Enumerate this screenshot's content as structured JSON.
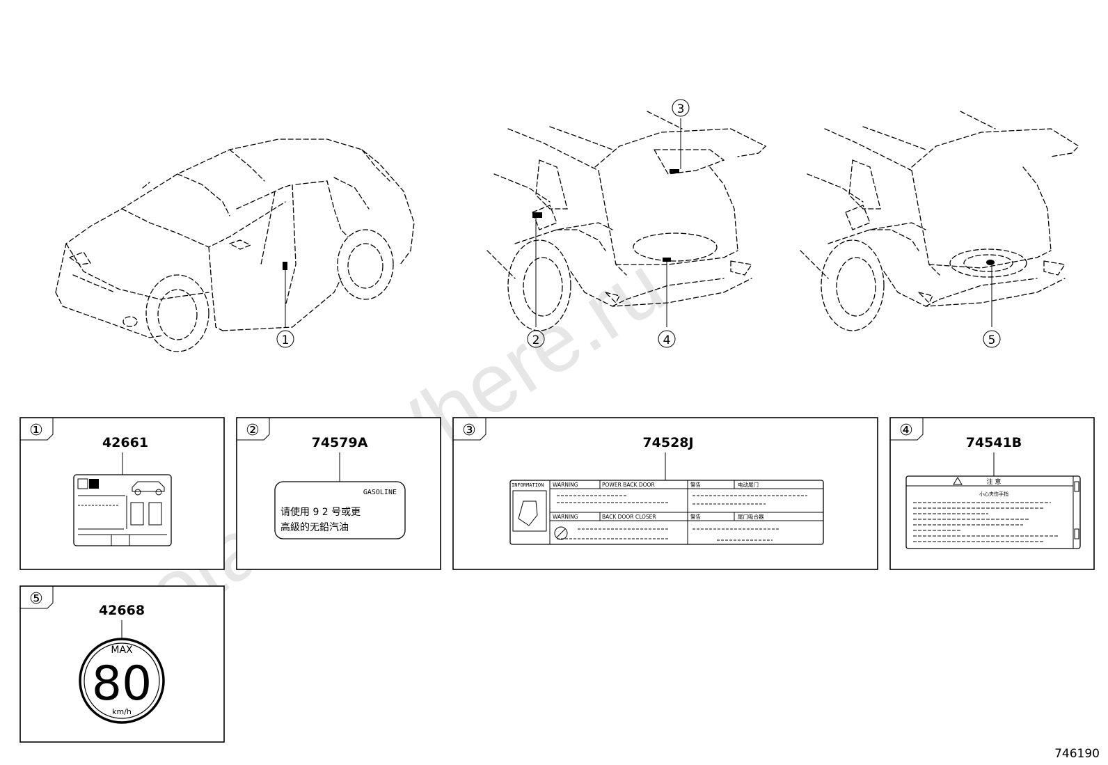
{
  "watermark": "ToyotaCarWhere.ru",
  "callouts": [
    "①",
    "②",
    "③",
    "④",
    "⑤"
  ],
  "panels": [
    {
      "index": "①",
      "part_number": "42661"
    },
    {
      "index": "②",
      "part_number": "74579A",
      "label_lines": [
        "GASOLINE",
        "请使用 9 2 号或更",
        "高級的无鉛汽油"
      ]
    },
    {
      "index": "③",
      "part_number": "74528J",
      "label_lines": [
        "INFORMATION",
        "WARNING",
        "POWER BACK DOOR",
        "警告",
        "电动尾门",
        "WARNING",
        "BACK DOOR CLOSER",
        "警告",
        "尾门吸合器"
      ]
    },
    {
      "index": "④",
      "part_number": "74541B",
      "label_lines": [
        "注 意",
        "小心夹伤手指"
      ]
    },
    {
      "index": "⑤",
      "part_number": "42668",
      "label_lines": [
        "MAX",
        "80",
        "km/h"
      ]
    }
  ],
  "diagram_code": "746190"
}
